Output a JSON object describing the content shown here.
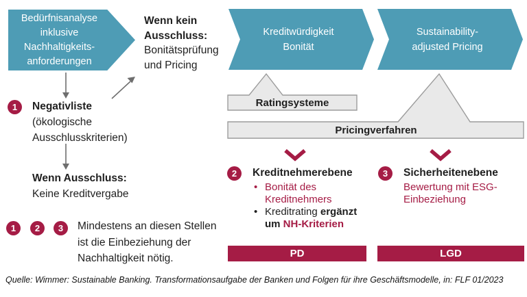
{
  "colors": {
    "process_teal": "#4E9CB5",
    "accent_maroon": "#A51C45",
    "shape_gray_fill": "#E9E9E9",
    "shape_gray_border": "#9C9C9C",
    "connector_gray": "#6E6E6E"
  },
  "flow": {
    "step1": {
      "lines": [
        "Bedürfnisanalyse",
        "inklusive",
        "Nachhaltigkeits-",
        "anforderungen"
      ]
    },
    "no_exclusion": {
      "bold": "Wenn kein Ausschluss:",
      "normal": "Bonitätsprüfung und Pricing"
    },
    "step2": {
      "lines": [
        "Kreditwürdigkeit",
        "Bonität"
      ]
    },
    "step3": {
      "lines": [
        "Sustainability-",
        "adjusted Pricing"
      ]
    }
  },
  "negativliste": {
    "number": "1",
    "title": "Negativliste",
    "subtitle": "(ökologische Ausschlusskriterien)"
  },
  "exclusion": {
    "bold": "Wenn Ausschluss:",
    "normal": "Keine Kreditvergabe"
  },
  "rating_box": {
    "label": "Ratingsysteme"
  },
  "pricing_box": {
    "label": "Pricingverfahren"
  },
  "borrower": {
    "number": "2",
    "title": "Kreditnehmerebene",
    "bullet1": "Bonität des Kreditnehmers",
    "bullet2_normal": "Kreditrating ",
    "bullet2_bold": "ergänzt um ",
    "bullet2_bold_red": "NH-Kriterien",
    "bar": "PD"
  },
  "collateral": {
    "number": "3",
    "title": "Sicherheitenebene",
    "subtitle": "Bewertung mit ESG-Einbeziehung",
    "bar": "LGD"
  },
  "legend": {
    "numbers": [
      "1",
      "2",
      "3"
    ],
    "text": "Mindestens an diesen Stellen ist die Einbeziehung der Nachhaltigkeit nötig."
  },
  "source": "Quelle: Wimmer: Sustainable Banking. Transformationsaufgabe der Banken und Folgen für ihre Geschäftsmodelle, in: FLF 01/2023"
}
